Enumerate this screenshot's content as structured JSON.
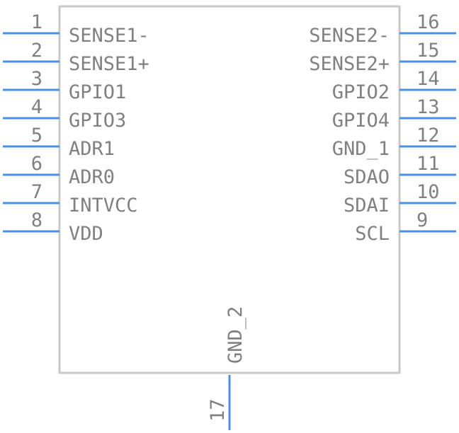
{
  "colors": {
    "pin": "#4a90e2",
    "body_outline": "#c8c8c8",
    "text": "#808080"
  },
  "left_pins": [
    {
      "number": "1",
      "name": "SENSE1-"
    },
    {
      "number": "2",
      "name": "SENSE1+"
    },
    {
      "number": "3",
      "name": "GPIO1"
    },
    {
      "number": "4",
      "name": "GPIO3"
    },
    {
      "number": "5",
      "name": "ADR1"
    },
    {
      "number": "6",
      "name": "ADR0"
    },
    {
      "number": "7",
      "name": "INTVCC"
    },
    {
      "number": "8",
      "name": "VDD"
    }
  ],
  "right_pins": [
    {
      "number": "16",
      "name": "SENSE2-"
    },
    {
      "number": "15",
      "name": "SENSE2+"
    },
    {
      "number": "14",
      "name": "GPIO2"
    },
    {
      "number": "13",
      "name": "GPIO4"
    },
    {
      "number": "12",
      "name": "GND_1"
    },
    {
      "number": "11",
      "name": "SDAO"
    },
    {
      "number": "10",
      "name": "SDAI"
    },
    {
      "number": "9",
      "name": "SCL"
    }
  ],
  "bottom_pin": {
    "number": "17",
    "name": "GND_2"
  }
}
